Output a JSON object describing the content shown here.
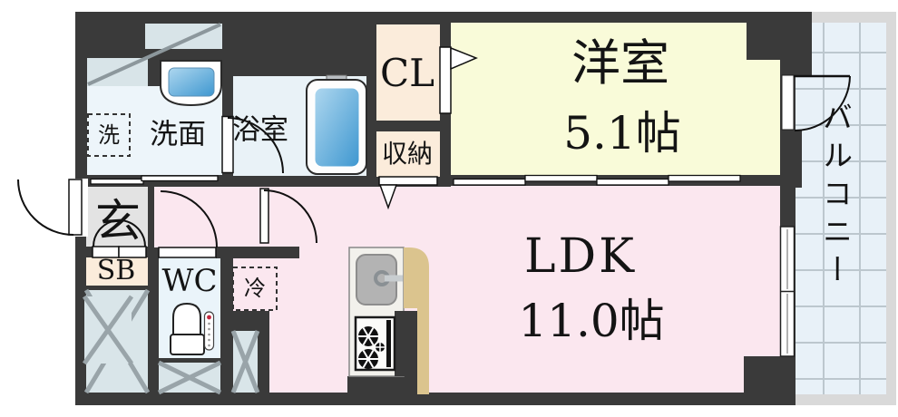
{
  "title": "apartment floor plan",
  "colors": {
    "wall": "#3a3a3a",
    "ldk_pink": "#fbe7ef",
    "western_yellow": "#f9fbd9",
    "wet_area_blue": "#edf5fa",
    "closet_cream": "#fbecdb",
    "entrance_gray": "#e3e3e3",
    "balcony_tile": "#e8f1f8",
    "counter_tan": "#dbc48e",
    "water_blue": "#4aa0d4"
  },
  "rooms": {
    "washroom": {
      "label": "洗面"
    },
    "washer": {
      "label": "洗"
    },
    "bathroom": {
      "label": "浴室"
    },
    "closet": {
      "label": "CL"
    },
    "storage": {
      "label": "収納"
    },
    "western_room": {
      "label": "洋室",
      "size": "5.1帖"
    },
    "ldk": {
      "label": "LDK",
      "size": "11.0帖"
    },
    "entrance": {
      "label": "玄"
    },
    "shoe_box": {
      "label": "SB"
    },
    "wc": {
      "label": "WC"
    },
    "refrigerator": {
      "label": "冷"
    },
    "balcony": {
      "label": "バルコニー"
    }
  }
}
